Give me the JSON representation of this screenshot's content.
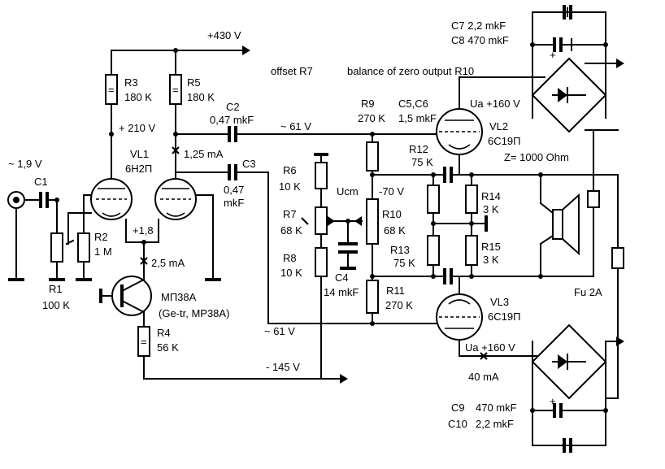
{
  "labels": {
    "v430": "+430 V",
    "offset": "offset R7",
    "balance": "balance of zero output R10",
    "c7": "C7 2,2 mkF",
    "c8": "C8 470 mkF",
    "r3": "R3",
    "r3v": "180 K",
    "r5": "R5",
    "r5v": "180 K",
    "v210": "+ 210 V",
    "c2": "C2",
    "c2v": "0,47 mkF",
    "sig61a": "~ 61 V",
    "r9": "R9",
    "r9v": "270 K",
    "c5c6": "C5,C6",
    "c5c6v": "1,5 mkF",
    "ua1": "Ua +160 V",
    "vl2": "VL2",
    "vl2t": "6C19П",
    "z": "Z= 1000 Ohm",
    "v19": "~ 1,9 V",
    "c1": "C1",
    "vl1": "VL1",
    "vl1t": "6H2П",
    "ma125": "1,25 mA",
    "c3": "C3",
    "c3v1": "0,47",
    "c3v2": "mkF",
    "r6": "R6",
    "r6v": "10 K",
    "ucm": "Ucm",
    "m70": "-70 V",
    "r12": "R12",
    "r12v": "75 K",
    "r14": "R14",
    "r14v": "3 K",
    "r7": "R7",
    "r7v": "68 K",
    "r10": "R10",
    "r10v": "68 K",
    "r2": "R2",
    "r2v": "1 M",
    "p18": "+1,8",
    "r8": "R8",
    "r8v": "10 K",
    "r13": "R13",
    "r13v": "75 K",
    "r15": "R15",
    "r15v": "3 K",
    "ma25": "2,5 mA",
    "c4": "C4",
    "c4v": "14 mkF",
    "r11": "R11",
    "r11v": "270 K",
    "fu": "Fu 2A",
    "r1": "R1",
    "r1v": "100 K",
    "mp38a": "МП38А",
    "getr": "(Ge-tr, MP38A)",
    "vl3": "VL3",
    "vl3t": "6C19П",
    "sig61b": "~ 61 V",
    "r4": "R4",
    "r4v": "56 K",
    "ua2": "Ua +160 V",
    "m145": "- 145 V",
    "ma40": "40 mA",
    "c9": "C9",
    "c9v": "470 mkF",
    "c10": "C10",
    "c10v": "2,2 mkF",
    "plus": "+",
    "res_mark": "="
  }
}
